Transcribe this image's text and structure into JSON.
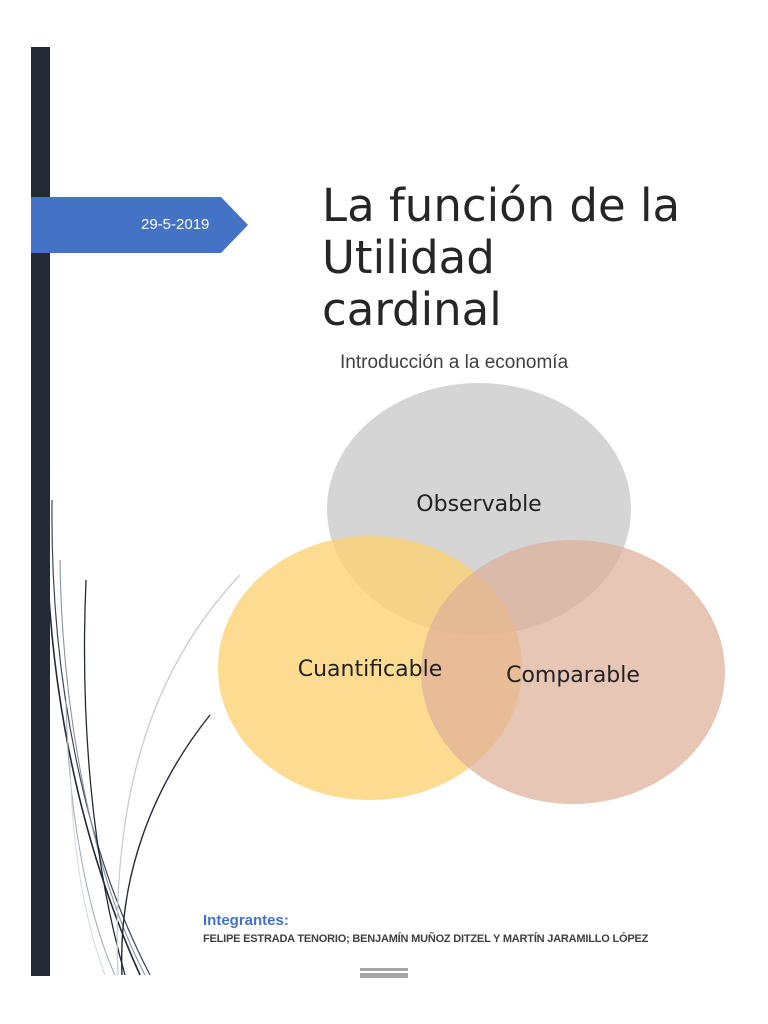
{
  "cover": {
    "date": "29-5-2019",
    "title_lines": [
      "La función de la",
      "Utilidad",
      "cardinal"
    ],
    "subtitle": "Introducción a la economía"
  },
  "venn": {
    "circles": [
      {
        "label": "Observable",
        "color": "#c9c9c9"
      },
      {
        "label": "Cuantificable",
        "color": "#fcd273"
      },
      {
        "label": "Comparable",
        "color": "#deb099"
      }
    ]
  },
  "members": {
    "heading": "Integrantes:",
    "names": "FELIPE ESTRADA TENORIO; BENJAMÍN MUÑOZ DITZEL Y MARTÍN JARAMILLO LÓPEZ"
  },
  "colors": {
    "sidebar": "#232a36",
    "date_tag": "#4472c4",
    "heading_accent": "#4472c4",
    "page_marker": "#a6a6a6"
  }
}
